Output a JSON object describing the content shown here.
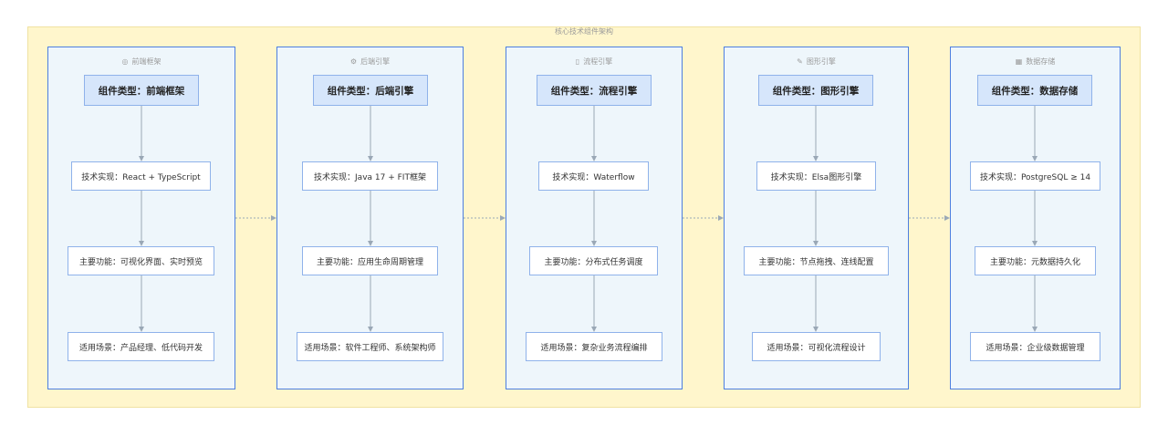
{
  "diagram": {
    "title": "核心技术组件架构",
    "colors": {
      "outer_fill": "#fff6cc",
      "column_fill": "#eef6fb",
      "column_border": "#4d7fe0",
      "type_fill": "#d6e6fb",
      "node_border": "#8fb2ea",
      "edge": "#9aa8b6"
    },
    "columns": [
      {
        "header": "前端框架",
        "icon": "palette-icon",
        "icon_glyph": "◎",
        "type": "组件类型：前端框架",
        "impl": "技术实现：React + TypeScript",
        "func": "主要功能：可视化界面、实时预览",
        "scene": "适用场景：产品经理、低代码开发"
      },
      {
        "header": "后端引擎",
        "icon": "gear-icon",
        "icon_glyph": "⚙",
        "type": "组件类型：后端引擎",
        "impl": "技术实现：Java 17 + FIT框架",
        "func": "主要功能：应用生命周期管理",
        "scene": "适用场景：软件工程师、系统架构师"
      },
      {
        "header": "流程引擎",
        "icon": "clipboard-icon",
        "icon_glyph": "▯",
        "type": "组件类型：流程引擎",
        "impl": "技术实现：Waterflow",
        "func": "主要功能：分布式任务调度",
        "scene": "适用场景：复杂业务流程编排"
      },
      {
        "header": "图形引擎",
        "icon": "pencil-icon",
        "icon_glyph": "✎",
        "type": "组件类型：图形引擎",
        "impl": "技术实现：Elsa图形引擎",
        "func": "主要功能：节点拖拽、连线配置",
        "scene": "适用场景：可视化流程设计"
      },
      {
        "header": "数据存储",
        "icon": "database-icon",
        "icon_glyph": "▦",
        "type": "组件类型：数据存储",
        "impl": "技术实现：PostgreSQL ≥ 14",
        "func": "主要功能：元数据持久化",
        "scene": "适用场景：企业级数据管理"
      }
    ]
  }
}
